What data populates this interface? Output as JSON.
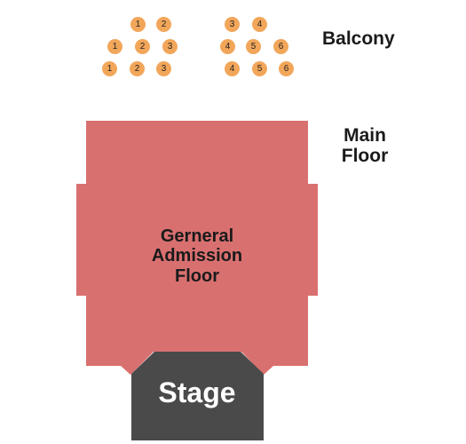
{
  "balcony": {
    "label": "Balcony",
    "seats_left": [
      [
        "1",
        "2"
      ],
      [
        "1",
        "2",
        "3"
      ],
      [
        "1",
        "2",
        "3"
      ]
    ],
    "seats_right": [
      [
        "3",
        "4"
      ],
      [
        "4",
        "5",
        "6"
      ],
      [
        "4",
        "5",
        "6"
      ]
    ]
  },
  "main_floor": {
    "label_line1": "Main",
    "label_line2": "Floor"
  },
  "ga_floor": {
    "line1": "Gerneral",
    "line2": "Admission",
    "line3": "Floor"
  },
  "stage": {
    "label": "Stage"
  },
  "colors": {
    "seat": "#f2a65a",
    "ga_floor": "#d97070",
    "stage": "#4a4a4a"
  }
}
